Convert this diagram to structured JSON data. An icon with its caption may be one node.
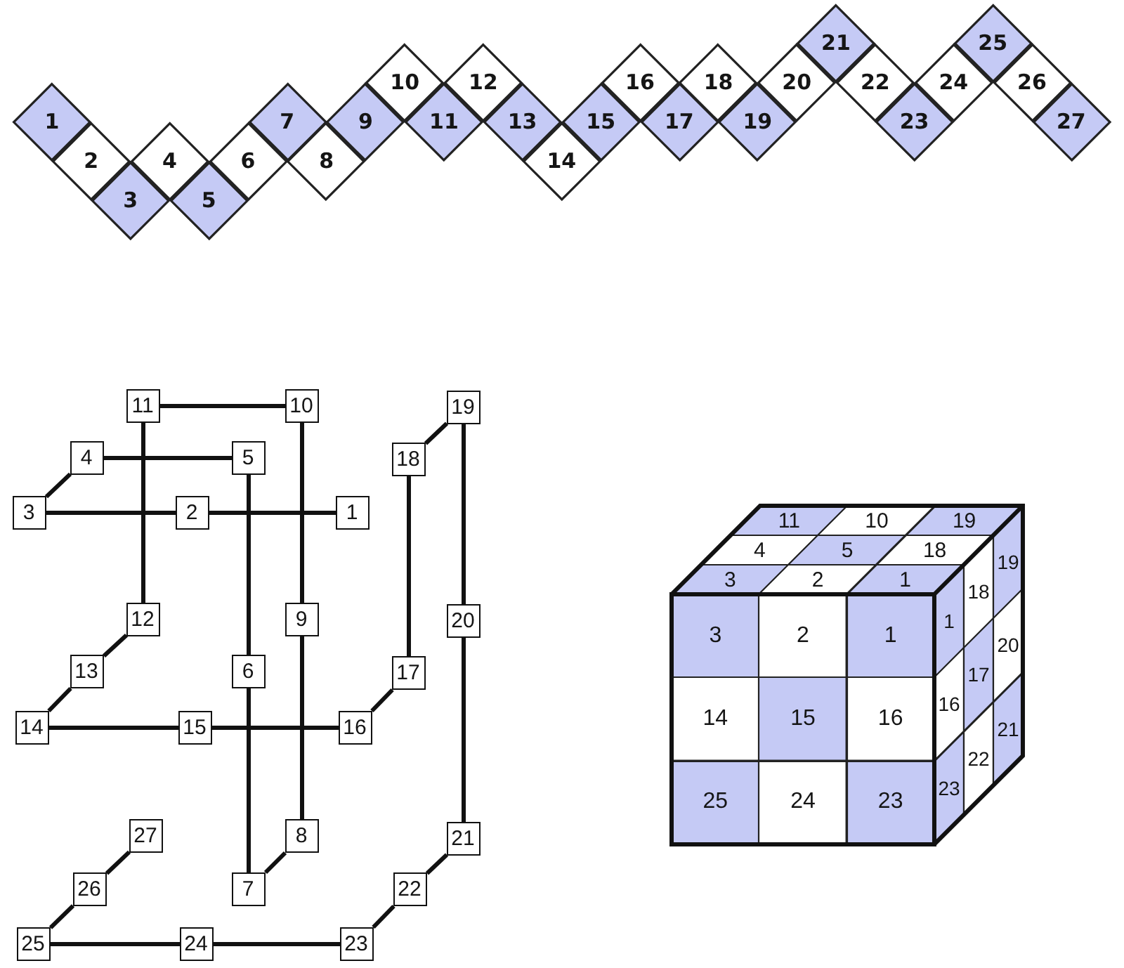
{
  "diagram": {
    "nodes": [
      {
        "text": [
          "1"
        ]
      },
      {
        "text": [
          "2"
        ]
      },
      {
        "text": [
          "3"
        ]
      },
      {
        "text": [
          "4"
        ]
      },
      {
        "text": [
          "5"
        ]
      },
      {
        "text": [
          "6"
        ]
      },
      {
        "text": [
          "7"
        ]
      },
      {
        "text": [
          "8"
        ]
      },
      {
        "text": [
          "9"
        ]
      },
      {
        "text": [
          "10"
        ]
      },
      {
        "text": [
          "11"
        ]
      },
      {
        "text": [
          "12"
        ]
      },
      {
        "text": [
          "13"
        ]
      },
      {
        "text": [
          "14"
        ]
      },
      {
        "text": [
          "15"
        ]
      },
      {
        "text": [
          "16"
        ]
      },
      {
        "text": [
          "17"
        ]
      },
      {
        "text": [
          "18"
        ]
      },
      {
        "text": [
          "19"
        ]
      },
      {
        "text": [
          "20"
        ]
      },
      {
        "text": [
          "21"
        ]
      },
      {
        "text": [
          "22"
        ]
      },
      {
        "text": [
          "23"
        ]
      },
      {
        "text": [
          "24"
        ]
      },
      {
        "text": [
          "25"
        ]
      },
      {
        "text": [
          "26"
        ]
      },
      {
        "text": [
          "27"
        ]
      },
      {
        "text": [
          "11"
        ]
      },
      {
        "text": [
          "10"
        ]
      },
      {
        "text": [
          "19"
        ]
      },
      {
        "text": [
          "4"
        ]
      },
      {
        "text": [
          "5"
        ]
      },
      {
        "text": [
          "18"
        ]
      },
      {
        "text": [
          "3"
        ]
      },
      {
        "text": [
          "2"
        ]
      },
      {
        "text": [
          "1"
        ]
      },
      {
        "text": [
          "12"
        ]
      },
      {
        "text": [
          "9"
        ]
      },
      {
        "text": [
          "20"
        ]
      },
      {
        "text": [
          "13"
        ]
      },
      {
        "text": [
          "6"
        ]
      },
      {
        "text": [
          "17"
        ]
      },
      {
        "text": [
          "14"
        ]
      },
      {
        "text": [
          "15"
        ]
      },
      {
        "text": [
          "16"
        ]
      },
      {
        "text": [
          "27"
        ]
      },
      {
        "text": [
          "8"
        ]
      },
      {
        "text": [
          "21"
        ]
      },
      {
        "text": [
          "26"
        ]
      },
      {
        "text": [
          "7"
        ]
      },
      {
        "text": [
          "22"
        ]
      },
      {
        "text": [
          "25"
        ]
      },
      {
        "text": [
          "24"
        ]
      },
      {
        "text": [
          "23"
        ]
      },
      {
        "text": [
          "11"
        ]
      },
      {
        "text": [
          "10"
        ]
      },
      {
        "text": [
          "19"
        ]
      },
      {
        "text": [
          "4"
        ]
      },
      {
        "text": [
          "5"
        ]
      },
      {
        "text": [
          "18"
        ]
      },
      {
        "text": [
          "3"
        ]
      },
      {
        "text": [
          "2"
        ]
      },
      {
        "text": [
          "1"
        ]
      },
      {
        "text": [
          "3"
        ]
      },
      {
        "text": [
          "2"
        ]
      },
      {
        "text": [
          "1"
        ]
      },
      {
        "text": [
          "14"
        ]
      },
      {
        "text": [
          "15"
        ]
      },
      {
        "text": [
          "16"
        ]
      },
      {
        "text": [
          "25"
        ]
      },
      {
        "text": [
          "24"
        ]
      },
      {
        "text": [
          "23"
        ]
      },
      {
        "text": [
          "1"
        ]
      },
      {
        "text": [
          "18"
        ]
      },
      {
        "text": [
          "19"
        ]
      },
      {
        "text": [
          "16"
        ]
      },
      {
        "text": [
          "17"
        ]
      },
      {
        "text": [
          "20"
        ]
      },
      {
        "text": [
          "23"
        ]
      },
      {
        "text": [
          "22"
        ]
      },
      {
        "text": [
          "21"
        ]
      }
    ],
    "edges": [
      {
        "from": 35,
        "to": 34,
        "arrow": "none"
      },
      {
        "from": 34,
        "to": 33,
        "arrow": "none"
      },
      {
        "from": 33,
        "to": 30,
        "arrow": "none"
      },
      {
        "from": 30,
        "to": 31,
        "arrow": "none"
      },
      {
        "from": 31,
        "to": 40,
        "arrow": "none"
      },
      {
        "from": 40,
        "to": 49,
        "arrow": "none"
      },
      {
        "from": 49,
        "to": 46,
        "arrow": "none"
      },
      {
        "from": 46,
        "to": 37,
        "arrow": "none"
      },
      {
        "from": 37,
        "to": 28,
        "arrow": "none"
      },
      {
        "from": 28,
        "to": 27,
        "arrow": "none"
      },
      {
        "from": 27,
        "to": 36,
        "arrow": "none"
      },
      {
        "from": 36,
        "to": 39,
        "arrow": "none"
      },
      {
        "from": 39,
        "to": 42,
        "arrow": "none"
      },
      {
        "from": 42,
        "to": 43,
        "arrow": "none"
      },
      {
        "from": 43,
        "to": 44,
        "arrow": "none"
      },
      {
        "from": 44,
        "to": 41,
        "arrow": "none"
      },
      {
        "from": 41,
        "to": 32,
        "arrow": "none"
      },
      {
        "from": 32,
        "to": 29,
        "arrow": "none"
      },
      {
        "from": 29,
        "to": 38,
        "arrow": "none"
      },
      {
        "from": 38,
        "to": 47,
        "arrow": "none"
      },
      {
        "from": 47,
        "to": 50,
        "arrow": "none"
      },
      {
        "from": 50,
        "to": 53,
        "arrow": "none"
      },
      {
        "from": 53,
        "to": 52,
        "arrow": "none"
      },
      {
        "from": 52,
        "to": 51,
        "arrow": "none"
      },
      {
        "from": 51,
        "to": 48,
        "arrow": "none"
      },
      {
        "from": 48,
        "to": 45,
        "arrow": "none"
      }
    ]
  }
}
